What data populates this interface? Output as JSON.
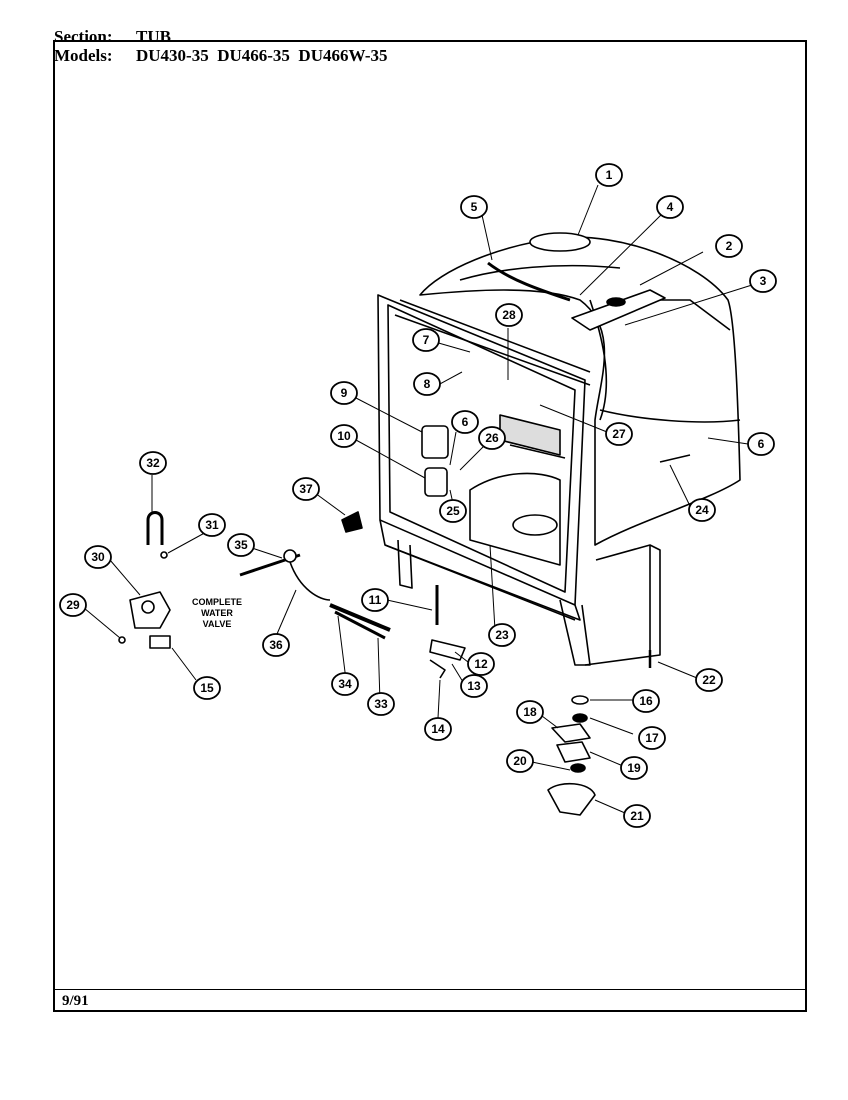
{
  "header": {
    "section_label": "Section:",
    "section_value": "TUB",
    "models_label": "Models:",
    "models_value": "DU430-35  DU466-35  DU466W-35"
  },
  "footer": {
    "date": "9/91"
  },
  "valve_label": [
    "COMPLETE",
    "WATER",
    "VALVE"
  ],
  "callouts": [
    "1",
    "2",
    "3",
    "4",
    "5",
    "6",
    "6",
    "7",
    "8",
    "9",
    "10",
    "11",
    "12",
    "13",
    "14",
    "15",
    "16",
    "17",
    "18",
    "19",
    "20",
    "21",
    "22",
    "23",
    "24",
    "25",
    "26",
    "27",
    "28",
    "29",
    "30",
    "31",
    "32",
    "33",
    "34",
    "35",
    "36",
    "37"
  ]
}
